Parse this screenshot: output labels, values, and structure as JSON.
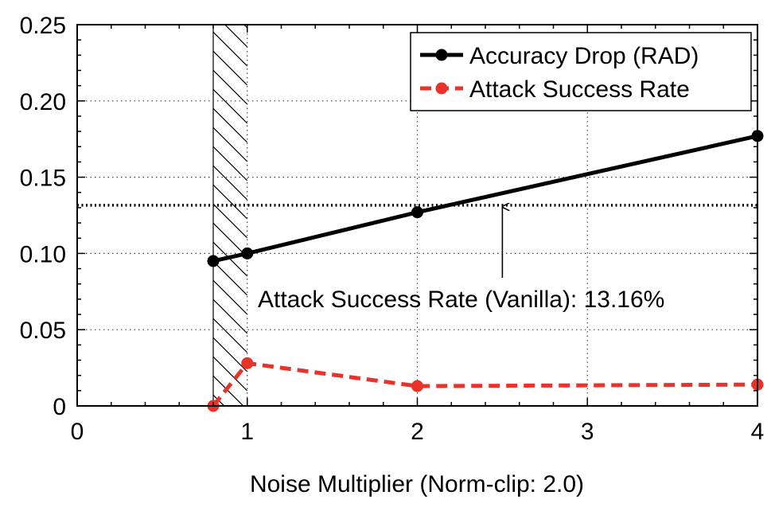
{
  "chart_data": {
    "type": "line",
    "xlabel": "Noise Multiplier (Norm-clip: 2.0)",
    "ylabel": "",
    "xlim": [
      0,
      4
    ],
    "ylim": [
      0,
      0.25
    ],
    "x_ticks": [
      0,
      1,
      2,
      3,
      4
    ],
    "x_tick_labels": [
      "0",
      "1",
      "2",
      "3",
      "4"
    ],
    "y_ticks": [
      0,
      0.05,
      0.1,
      0.15,
      0.2,
      0.25
    ],
    "y_tick_labels": [
      "0",
      "0.05",
      "0.10",
      "0.15",
      "0.20",
      "0.25"
    ],
    "grid": "dotted",
    "legend_position": "top-right",
    "series": [
      {
        "name": "Accuracy Drop (RAD)",
        "x": [
          0.8,
          1,
          2,
          4
        ],
        "y": [
          0.095,
          0.1,
          0.127,
          0.177
        ],
        "color": "#000000",
        "line_style": "solid",
        "marker": "circle"
      },
      {
        "name": "Attack Success Rate",
        "x": [
          0.8,
          1,
          2,
          4
        ],
        "y": [
          0.0,
          0.028,
          0.013,
          0.014
        ],
        "color": "#e8322a",
        "line_style": "dashed",
        "marker": "circle"
      }
    ],
    "hatched_region": {
      "x_range": [
        0.8,
        1.0
      ]
    },
    "reference_line": {
      "y": 0.1316,
      "style": "dotted",
      "color": "#000000"
    },
    "annotation": {
      "text": "Attack Success Rate (Vanilla): 13.16%",
      "arrow_x": 2.5,
      "arrow_to_y": 0.1316
    }
  }
}
